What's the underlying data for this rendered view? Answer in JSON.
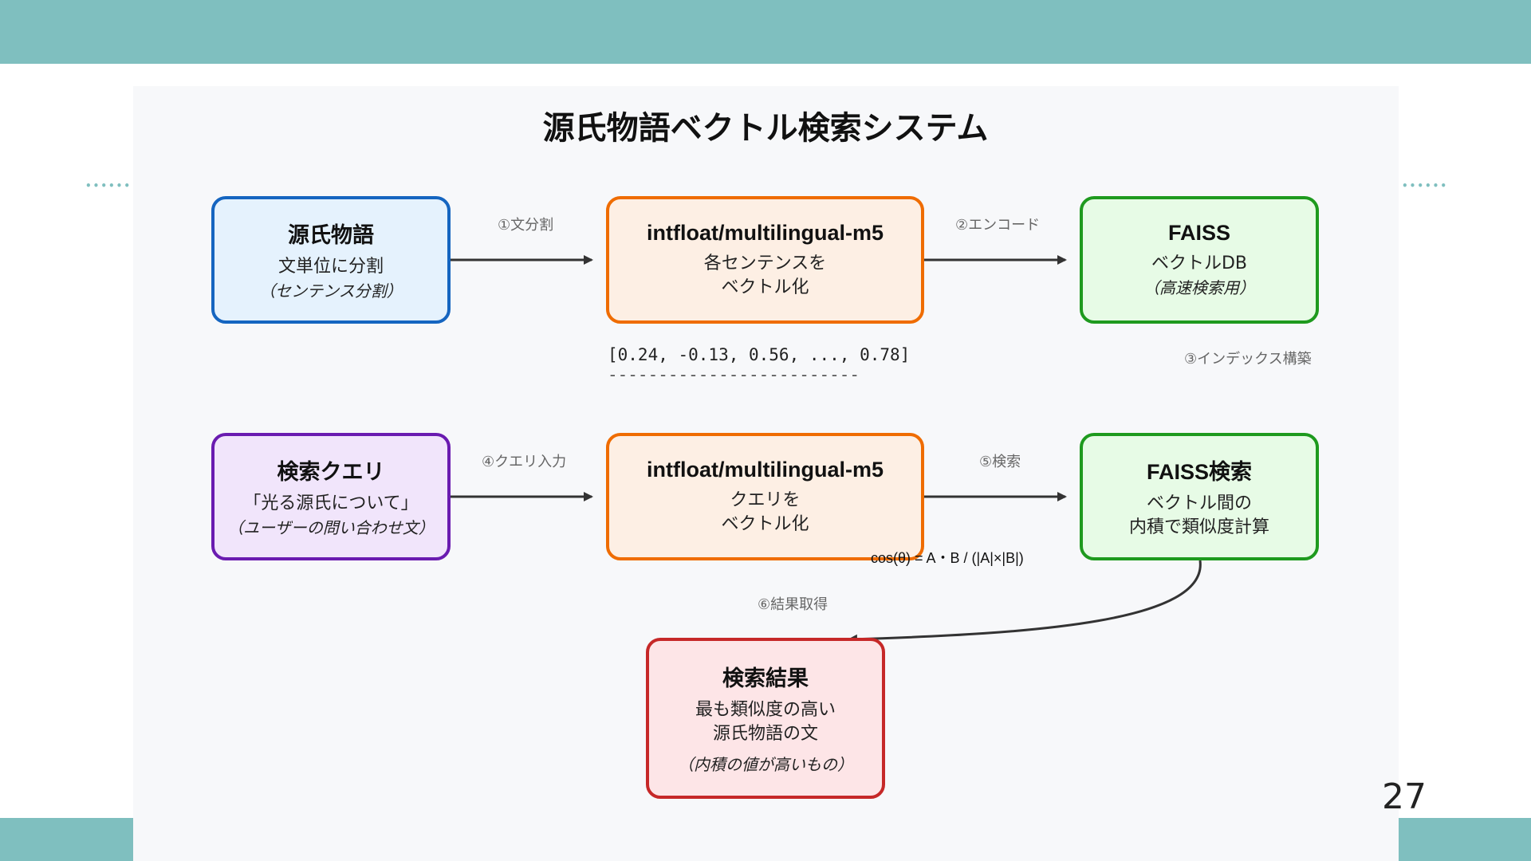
{
  "title": "源氏物語ベクトル検索システム",
  "page_number": "27",
  "colors": {
    "band": "#7fbfbf",
    "blue_border": "#1565c0",
    "orange_border": "#ef6c00",
    "green_border": "#1e9a1e",
    "purple_border": "#6a1bb0",
    "red_border": "#c62828",
    "arrow": "#333333"
  },
  "nodes": {
    "genji": {
      "title": "源氏物語",
      "line1": "文単位に分割",
      "note": "（センテンス分割）"
    },
    "encoder1": {
      "title": "intfloat/multilingual-m5",
      "line1": "各センテンスを",
      "line2": "ベクトル化"
    },
    "faiss_db": {
      "title": "FAISS",
      "line1": "ベクトルDB",
      "note": "（高速検索用）"
    },
    "query": {
      "title": "検索クエリ",
      "line1": "「光る源氏について」",
      "note": "（ユーザーの問い合わせ文）"
    },
    "encoder2": {
      "title": "intfloat/multilingual-m5",
      "line1": "クエリを",
      "line2": "ベクトル化"
    },
    "faiss_search": {
      "title": "FAISS検索",
      "line1": "ベクトル間の",
      "line2": "内積で類似度計算"
    },
    "result": {
      "title": "検索結果",
      "line1": "最も類似度の高い",
      "line2": "源氏物語の文",
      "note": "（内積の値が高いもの）"
    }
  },
  "steps": {
    "s1": "①文分割",
    "s2": "②エンコード",
    "s3": "③インデックス構築",
    "s4": "④クエリ入力",
    "s5": "⑤検索",
    "s6": "⑥結果取得"
  },
  "vector_example": "[0.24, -0.13, 0.56, ..., 0.78]",
  "vector_dashes": "-------------------------",
  "formula": "cos(θ) = A・B / (|A|×|B|)",
  "decor": {
    "dots": "••••••"
  }
}
